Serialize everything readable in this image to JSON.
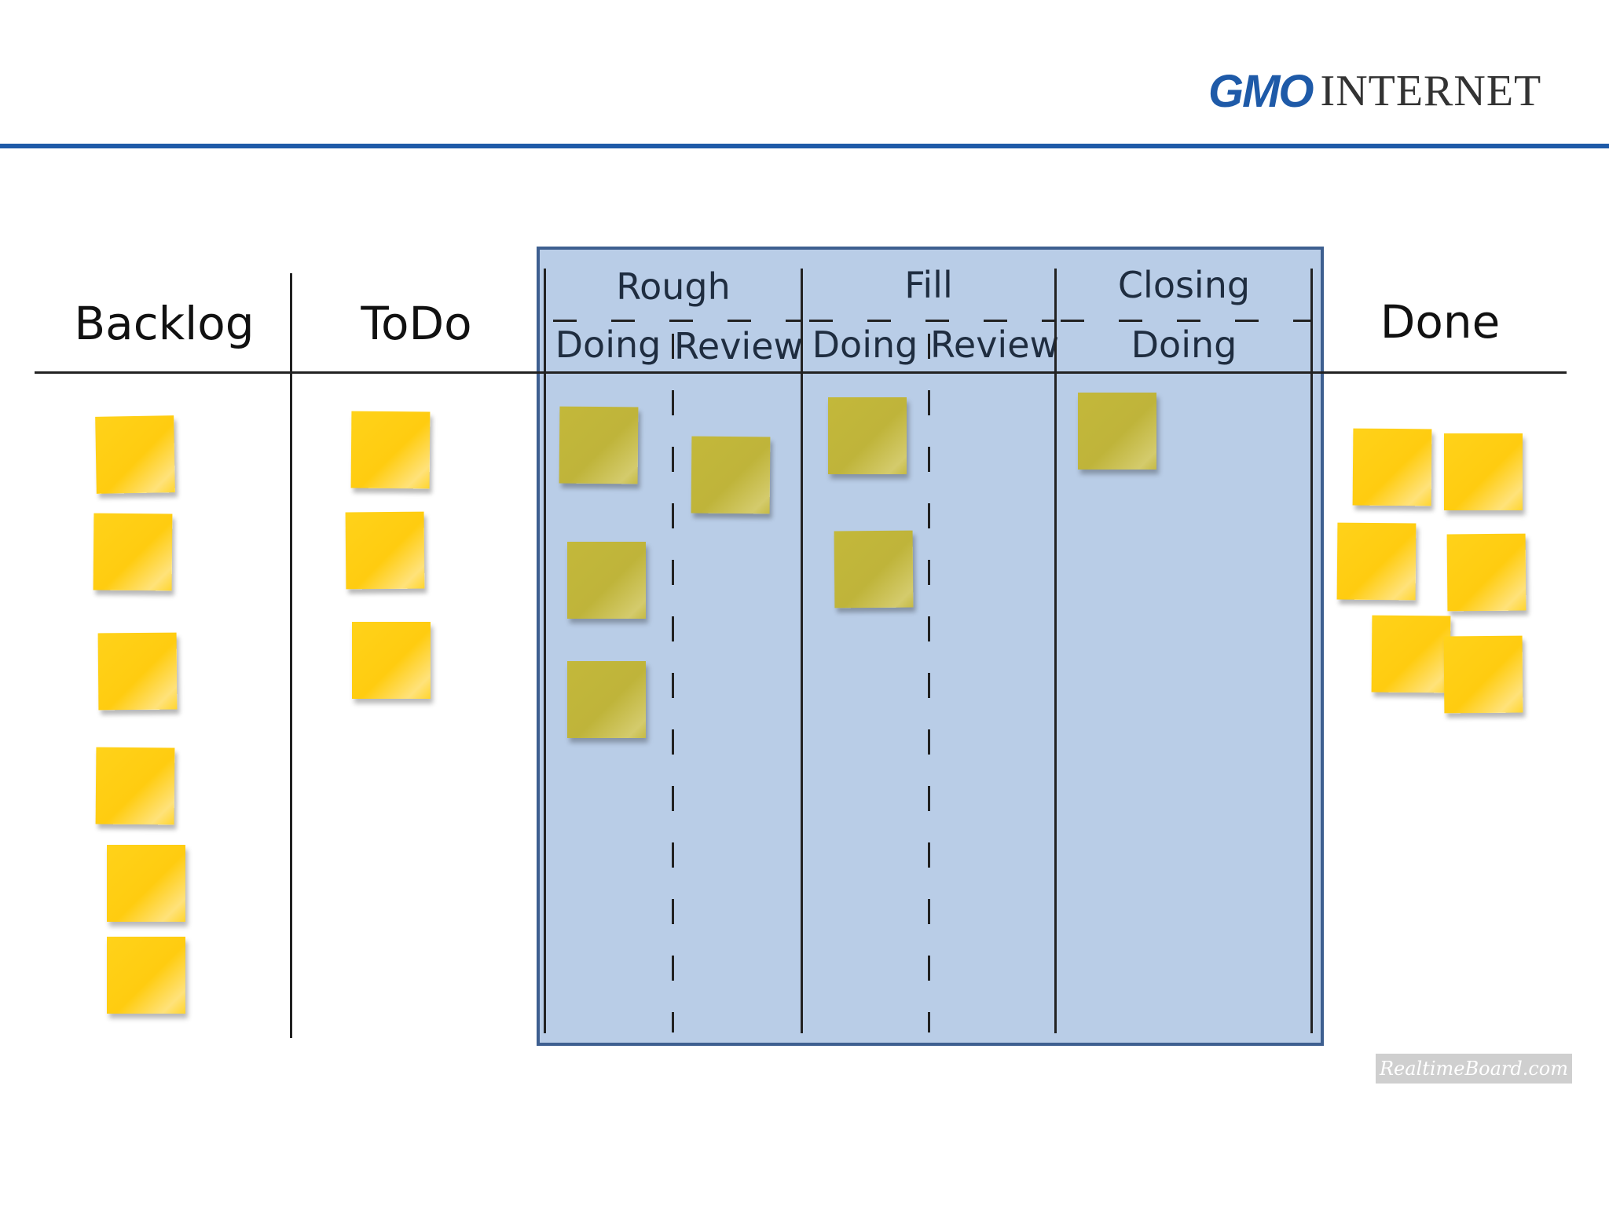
{
  "logo": {
    "brand_bold": "GMO",
    "brand_light": "INTERNET"
  },
  "columns": {
    "backlog": "Backlog",
    "todo": "ToDo",
    "done": "Done"
  },
  "stages": {
    "rough": {
      "title": "Rough",
      "doing": "Doing",
      "review": "Review"
    },
    "fill": {
      "title": "Fill",
      "doing": "Doing",
      "review": "Review"
    },
    "closing": {
      "title": "Closing",
      "doing": "Doing"
    }
  },
  "watermark": "RealtimeBoard.com",
  "colors": {
    "brand_blue": "#1e5aa8",
    "wip_area": "#b9cde7",
    "note_yellow": "#ffd21a",
    "note_olive": "#c3b83a"
  }
}
